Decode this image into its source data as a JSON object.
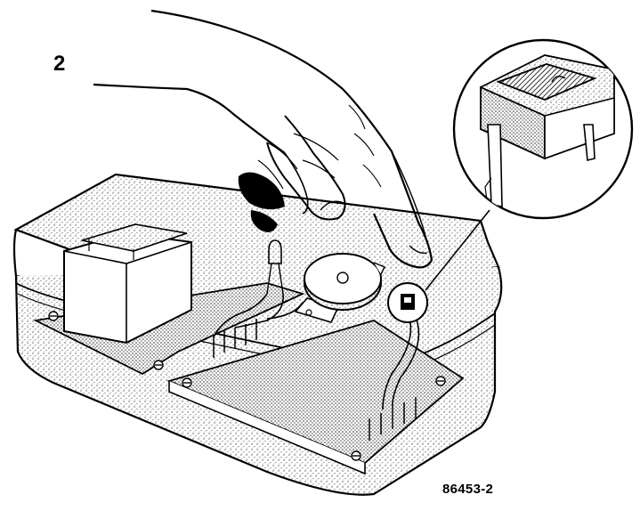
{
  "figure": {
    "number": "2",
    "code": "86453-2"
  },
  "colors": {
    "ink": "#000000",
    "paper": "#ffffff",
    "shade": "#9a9a9a"
  },
  "parts": {
    "hand": "hand-pointing-finger",
    "enclosure": "plastic-enclosure",
    "transformer": "mains-transformer",
    "led": "led",
    "buzzer": "piezo-buzzer",
    "sensor": "photo-interrupter-sensor",
    "boards": "circuit-boards",
    "inset": "sensor-detail-inset"
  }
}
